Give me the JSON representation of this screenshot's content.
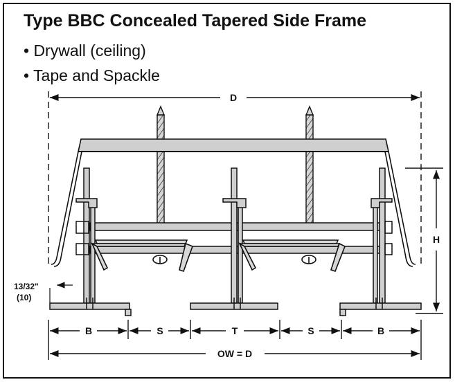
{
  "title": "Type BBC Concealed Tapered Side Frame",
  "bullets": [
    "• Drywall (ceiling)",
    "• Tape and Spackle"
  ],
  "dimensions": {
    "top_width": "D",
    "height": "H",
    "offset_value": "13/32\"",
    "offset_metric": "(10)",
    "segment_b_left": "B",
    "segment_s_left": "S",
    "segment_t": "T",
    "segment_s_right": "S",
    "segment_b_right": "B",
    "overall_width": "OW = D"
  },
  "colors": {
    "line": "#111111",
    "fill": "#cfcfcf",
    "rod_fill": "#bdbdbd"
  }
}
